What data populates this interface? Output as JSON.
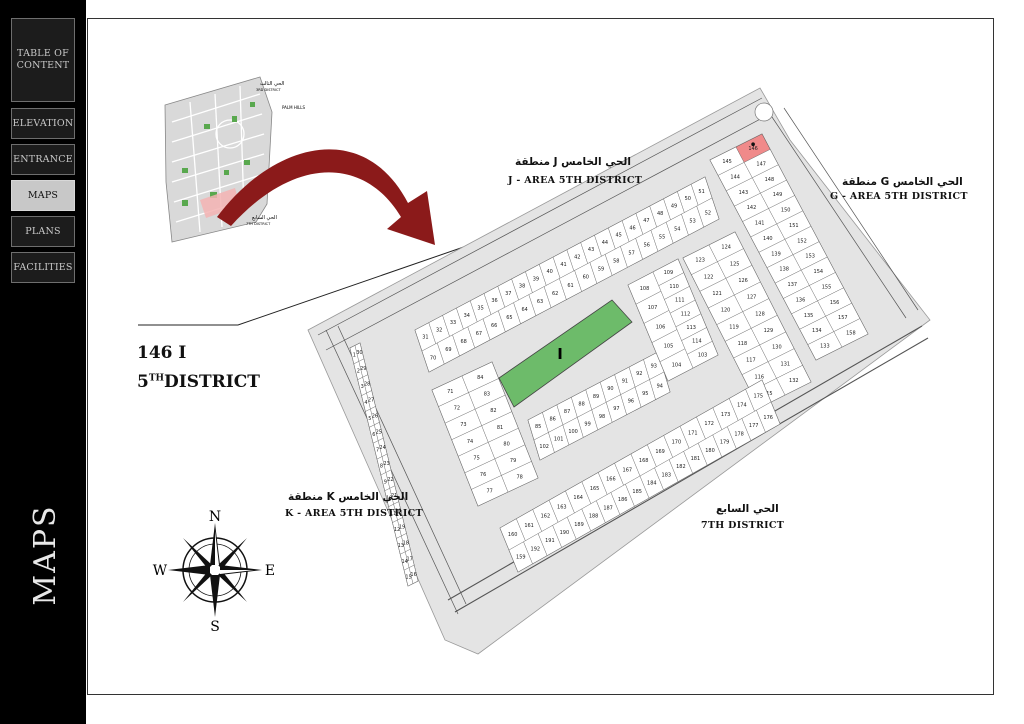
{
  "nav": {
    "table_of_content": "TABLE OF CONTENT",
    "elevation": "ELEVATION",
    "entrance": "ENTRANCE",
    "maps": "MAPS",
    "plans": "PLANS",
    "facilities": "FACILITIES"
  },
  "section_title": "MAPS",
  "unit": {
    "code": "146 I",
    "district_num": "5",
    "district_sup": "TH",
    "district_word": "DISTRICT"
  },
  "labels": {
    "j_area_ar": "منطقة J الحي الخامس",
    "j_area_en": "J - AREA  5TH DISTRICT",
    "g_area_ar": "منطقة G الحي الخامس",
    "g_area_en": "G - AREA  5TH DISTRICT",
    "k_area_ar": "منطقة K الحي الخامس",
    "k_area_en": "K - AREA  5TH DISTRICT",
    "seventh_ar": "الحي السابع",
    "seventh_en": "7TH DISTRICT",
    "park": "I"
  },
  "key_map": {
    "third_district_ar": "الحي الثالث",
    "third_district_en": "3RD DISTRICT",
    "palm_hills": "PALM HILLS",
    "seventh_ar": "الحي السابع",
    "seventh_en": "7TH DISTRICT"
  },
  "compass": {
    "n": "N",
    "s": "S",
    "e": "E",
    "w": "W"
  },
  "highlight_plot": "146",
  "colors": {
    "highlight": "#f08a8a",
    "park": "#6dbb6a",
    "arrow": "#8b1a1a",
    "road": "#e4e4e4"
  },
  "blocks": [
    {
      "name": "block-k-west",
      "left": [
        "1",
        "2",
        "3",
        "4",
        "5",
        "6",
        "7",
        "8",
        "9",
        "10",
        "11",
        "12",
        "13",
        "14",
        "15"
      ],
      "right": [
        "30",
        "29",
        "28",
        "27",
        "26",
        "25",
        "24",
        "23",
        "22",
        "21",
        "20",
        "19",
        "18",
        "17",
        "16"
      ]
    },
    {
      "name": "block-j-front",
      "top": [
        "31",
        "32",
        "33",
        "34",
        "35",
        "36",
        "37",
        "38",
        "39",
        "40",
        "41",
        "42",
        "43",
        "44",
        "45",
        "46",
        "47",
        "48",
        "49",
        "50",
        "51"
      ],
      "bottom": [
        "70",
        "69",
        "68",
        "67",
        "66",
        "65",
        "64",
        "63",
        "62",
        "61",
        "60",
        "59",
        "58",
        "57",
        "56",
        "55",
        "54",
        "53",
        "52"
      ]
    },
    {
      "name": "block-k-inner",
      "left": [
        "71",
        "72",
        "73",
        "74",
        "75",
        "76",
        "77"
      ],
      "right": [
        "84",
        "83",
        "82",
        "81",
        "80",
        "79",
        "78"
      ]
    },
    {
      "name": "block-park-south",
      "top": [
        "85",
        "86",
        "87",
        "88",
        "89",
        "90",
        "91",
        "92",
        "93"
      ],
      "bottom": [
        "102",
        "101",
        "100",
        "99",
        "98",
        "97",
        "96",
        "95",
        "94"
      ]
    },
    {
      "name": "block-center-east",
      "left": [
        "108",
        "107",
        "106",
        "105",
        "104"
      ],
      "right": [
        "109",
        "110",
        "111",
        "112",
        "113",
        "114",
        "103"
      ]
    },
    {
      "name": "block-east-a",
      "left": [
        "123",
        "122",
        "121",
        "120",
        "119",
        "118",
        "117",
        "116",
        "115"
      ],
      "right": [
        "124",
        "125",
        "126",
        "127",
        "128",
        "129",
        "130",
        "131",
        "132"
      ]
    },
    {
      "name": "block-g",
      "left": [
        "145",
        "144",
        "143",
        "142",
        "141",
        "140",
        "139",
        "138",
        "137",
        "136",
        "135",
        "134",
        "133"
      ],
      "right": [
        "146",
        "147",
        "148",
        "149",
        "150",
        "151",
        "152",
        "153",
        "154",
        "155",
        "156",
        "157",
        "158"
      ]
    },
    {
      "name": "block-south",
      "top": [
        "160",
        "161",
        "162",
        "163",
        "164",
        "165",
        "166",
        "167",
        "168",
        "169",
        "170",
        "171",
        "172",
        "173",
        "174",
        "175"
      ],
      "bottom": [
        "159",
        "192",
        "191",
        "190",
        "189",
        "188",
        "187",
        "186",
        "185",
        "184",
        "183",
        "182",
        "181",
        "180",
        "179",
        "178",
        "177",
        "176"
      ]
    }
  ]
}
